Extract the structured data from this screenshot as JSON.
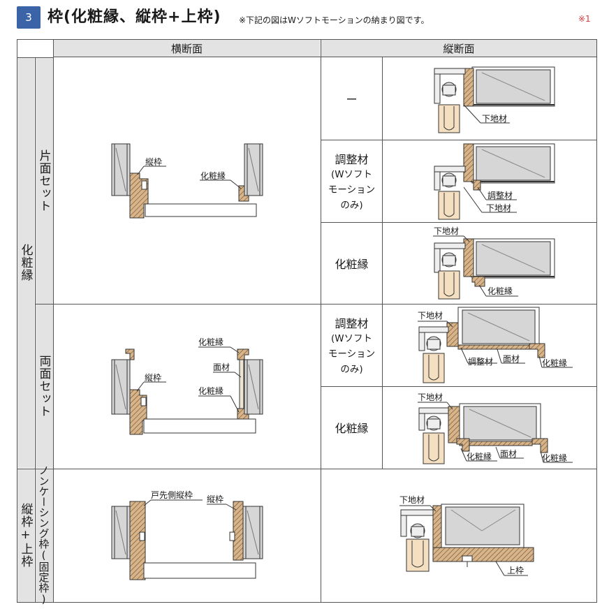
{
  "header": {
    "badge": "3",
    "title": "枠(化粧縁、縦枠+上枠)",
    "note": "※下記の図はWソフトモーションの納まり図です。",
    "ref": "※1"
  },
  "table": {
    "col_yoko": "横断面",
    "col_tate": "縦断面",
    "group1": "化粧縁",
    "group1_sub1": "片面セット",
    "group1_sub2": "両面セット",
    "group2": "縦枠+上枠",
    "group2_sub": "ノンケーシング枠(固定枠)",
    "rows": [
      {
        "label": "ー"
      },
      {
        "label": "調整材",
        "sub1": "(Wソフト",
        "sub2": "モーション",
        "sub3": "のみ)"
      },
      {
        "label": "化粧縁"
      },
      {
        "label": "調整材",
        "sub1": "(Wソフト",
        "sub2": "モーション",
        "sub3": "のみ)"
      },
      {
        "label": "化粧縁"
      }
    ]
  },
  "diagram_labels": {
    "tatewaku": "縦枠",
    "keshoubuchi": "化粧縁",
    "menzai": "面材",
    "shitajizai": "下地材",
    "chouseizai": "調整材",
    "tosakigawa_tatewaku": "戸先側縦枠",
    "uwawaku": "上枠"
  },
  "colors": {
    "badge": "#3b63a8",
    "header_fill": "#e3e3e3",
    "note_red": "#d33a3a",
    "wood": "#c9a57a",
    "base_wood": "#f4dfc0"
  }
}
